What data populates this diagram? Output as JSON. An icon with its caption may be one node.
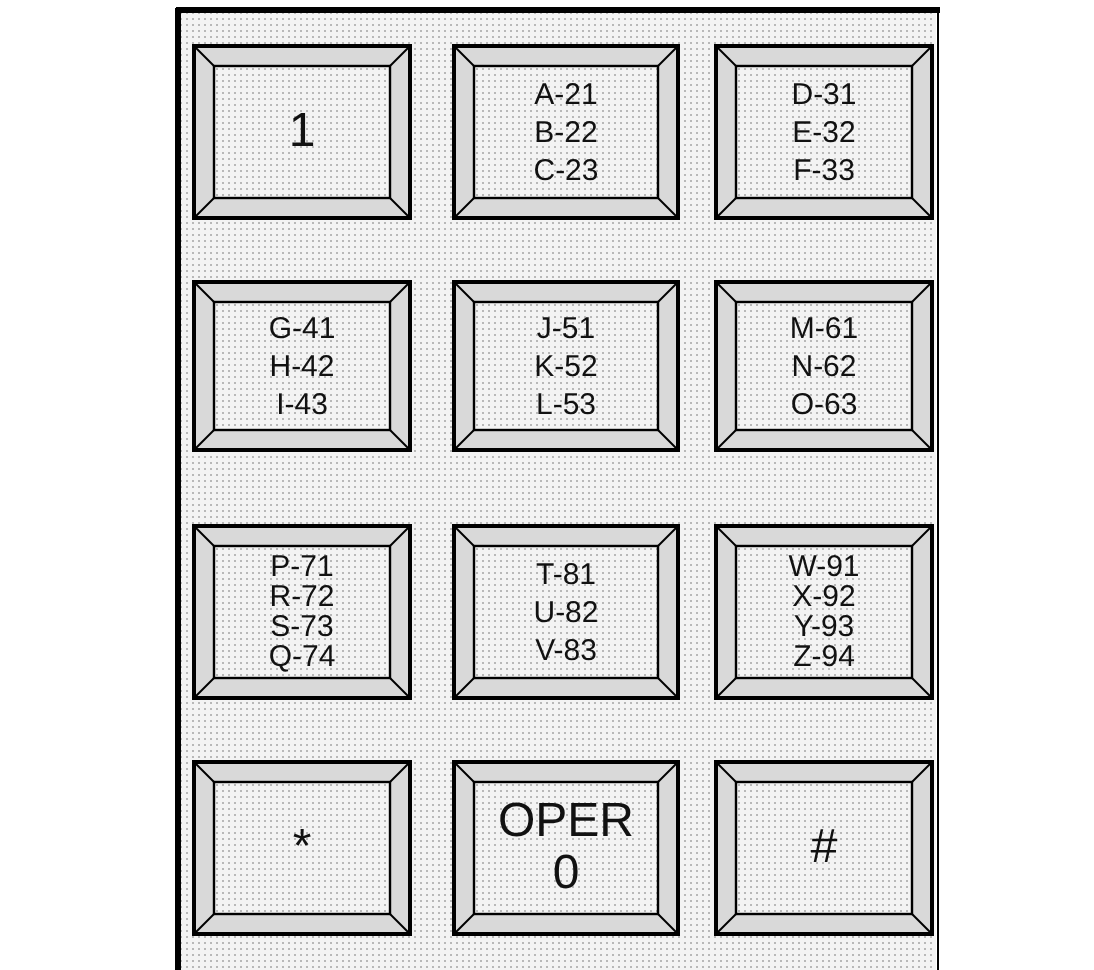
{
  "diagram": {
    "nodes": [
      {
        "text": [
          "1"
        ]
      },
      {
        "text": [
          "A-21",
          "B-22",
          "C-23"
        ]
      },
      {
        "text": [
          "D-31",
          "E-32",
          "F-33"
        ]
      },
      {
        "text": [
          "G-41",
          "H-42",
          "I-43"
        ]
      },
      {
        "text": [
          "J-51",
          "K-52",
          "L-53"
        ]
      },
      {
        "text": [
          "M-61",
          "N-62",
          "O-63"
        ]
      },
      {
        "text": [
          "P-71",
          "R-72",
          "S-73",
          "Q-74"
        ]
      },
      {
        "text": [
          "T-81",
          "U-82",
          "V-83"
        ]
      },
      {
        "text": [
          "W-91",
          "X-92",
          "Y-93",
          "Z-94"
        ]
      },
      {
        "text": [
          "*"
        ]
      },
      {
        "text": [
          "OPER",
          "0"
        ]
      },
      {
        "text": [
          "#"
        ]
      }
    ]
  }
}
